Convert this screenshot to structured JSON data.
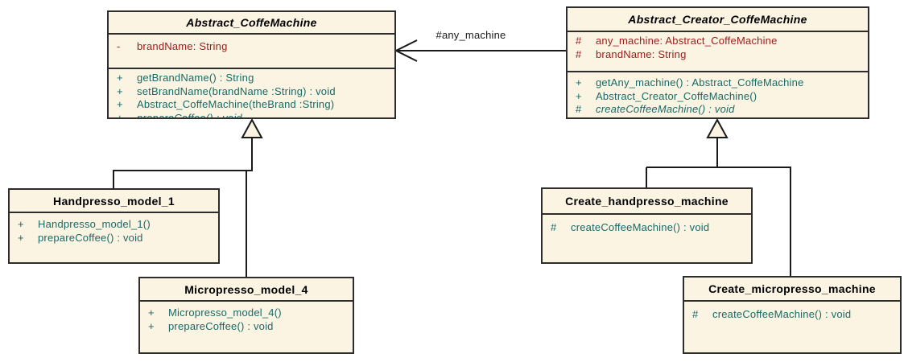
{
  "colors": {
    "class_fill": "#fbf4e2",
    "class_border": "#2d2d2d",
    "attribute_color": "#9b1b1b",
    "method_color": "#186a68",
    "title_color": "#000000",
    "line_color": "#1a1a1a"
  },
  "association": {
    "label": "#any_machine"
  },
  "classes": [
    {
      "name": "Abstract_CoffeMachine",
      "abstract": true,
      "attributes": [
        {
          "vis": "-",
          "text": "brandName: String"
        }
      ],
      "methods": [
        {
          "vis": "+",
          "text": "getBrandName() : String"
        },
        {
          "vis": "+",
          "text": "setBrandName(brandName :String) : void"
        },
        {
          "vis": "+",
          "text": "Abstract_CoffeMachine(theBrand :String)"
        },
        {
          "vis": "+",
          "text": "prepareCoffee() : void",
          "abstract": true
        }
      ]
    },
    {
      "name": "Abstract_Creator_CoffeMachine",
      "abstract": true,
      "attributes": [
        {
          "vis": "#",
          "text": "any_machine: Abstract_CoffeMachine"
        },
        {
          "vis": "#",
          "text": "brandName: String"
        }
      ],
      "methods": [
        {
          "vis": "+",
          "text": "getAny_machine() : Abstract_CoffeMachine"
        },
        {
          "vis": "+",
          "text": "Abstract_Creator_CoffeMachine()"
        },
        {
          "vis": "#",
          "text": "createCoffeeMachine() : void",
          "abstract": true
        }
      ]
    },
    {
      "name": "Handpresso_model_1",
      "abstract": false,
      "attributes": [],
      "methods": [
        {
          "vis": "+",
          "text": "Handpresso_model_1()"
        },
        {
          "vis": "+",
          "text": "prepareCoffee() : void"
        }
      ]
    },
    {
      "name": "Micropresso_model_4",
      "abstract": false,
      "attributes": [],
      "methods": [
        {
          "vis": "+",
          "text": "Micropresso_model_4()"
        },
        {
          "vis": "+",
          "text": "prepareCoffee() : void"
        }
      ]
    },
    {
      "name": "Create_handpresso_machine",
      "abstract": false,
      "attributes": [],
      "methods": [
        {
          "vis": "#",
          "text": "createCoffeeMachine() : void"
        }
      ]
    },
    {
      "name": "Create_micropresso_machine",
      "abstract": false,
      "attributes": [],
      "methods": [
        {
          "vis": "#",
          "text": "createCoffeeMachine() : void"
        }
      ]
    }
  ]
}
